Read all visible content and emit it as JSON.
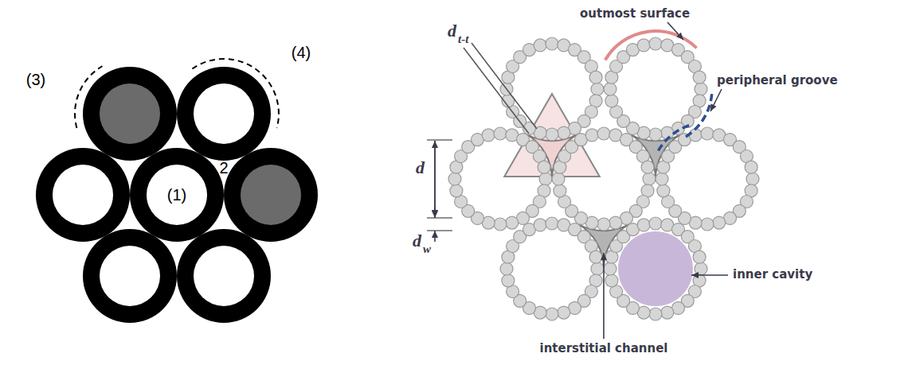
{
  "diagram": {
    "labels": [
      "(1)",
      "2",
      "(3)",
      "(4)",
      "outmost surface",
      "d",
      "t-t",
      "peripheral groove",
      "d",
      "d",
      "w",
      "inner cavity",
      "interstitial channel"
    ]
  }
}
